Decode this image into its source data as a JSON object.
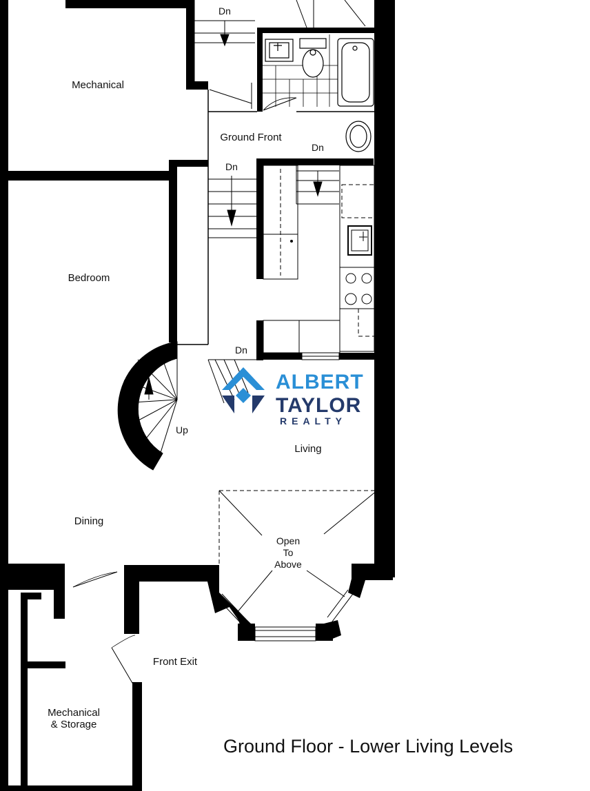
{
  "rooms": {
    "mechanical_top": "Mechanical",
    "bedroom": "Bedroom",
    "ground_front": "Ground Front",
    "living": "Living",
    "dining": "Dining",
    "front_exit": "Front Exit",
    "mechanical_storage_line1": "Mechanical",
    "mechanical_storage_line2": "& Storage"
  },
  "stairs": {
    "dn_top": "Dn",
    "dn_left": "Dn",
    "dn_right": "Dn",
    "dn_bottom": "Dn",
    "up": "Up"
  },
  "open_to_above": {
    "line1": "Open",
    "line2": "To",
    "line3": "Above"
  },
  "logo": {
    "line1": "ALBERT",
    "line2": "TAYLOR",
    "line3": "REALTY",
    "primary_color": "#2a8fd6",
    "dark_color": "#243a6b"
  },
  "title": "Ground Floor - Lower Living Levels"
}
